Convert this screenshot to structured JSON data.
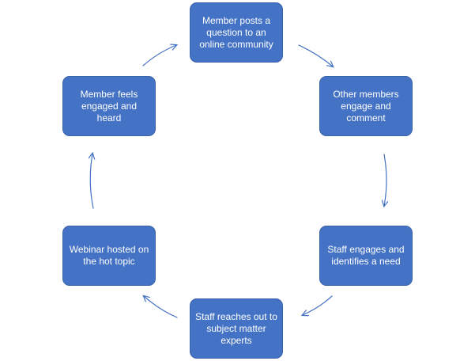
{
  "diagram": {
    "type": "cycle",
    "accent_color": "#4472c4",
    "nodes": [
      {
        "id": "member-posts",
        "label": "Member  posts a question to an online community"
      },
      {
        "id": "other-members",
        "label": "Other members engage and comment"
      },
      {
        "id": "staff-engages",
        "label": "Staff engages and identifies a need"
      },
      {
        "id": "staff-reaches-out",
        "label": "Staff reaches out to subject matter experts"
      },
      {
        "id": "webinar",
        "label": "Webinar hosted on the hot topic"
      },
      {
        "id": "member-feels",
        "label": "Member  feels engaged and heard"
      }
    ],
    "edges": [
      {
        "from": "member-posts",
        "to": "other-members"
      },
      {
        "from": "other-members",
        "to": "staff-engages"
      },
      {
        "from": "staff-engages",
        "to": "staff-reaches-out"
      },
      {
        "from": "staff-reaches-out",
        "to": "webinar"
      },
      {
        "from": "webinar",
        "to": "member-feels"
      },
      {
        "from": "member-feels",
        "to": "member-posts"
      }
    ]
  }
}
